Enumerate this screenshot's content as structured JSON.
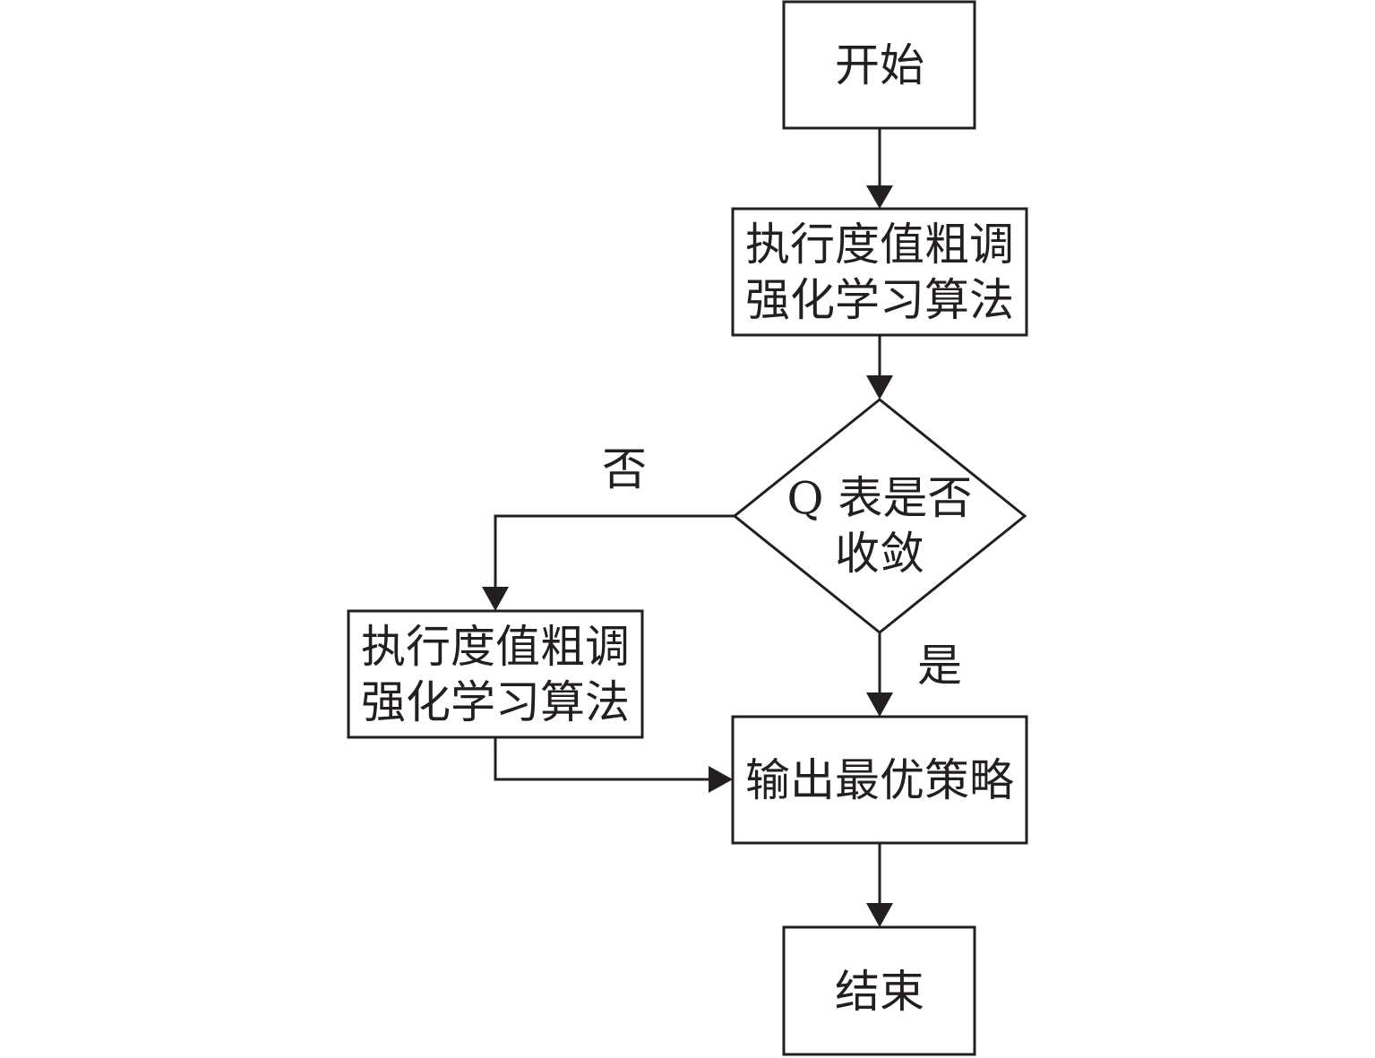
{
  "diagram": {
    "nodes": {
      "start": {
        "label": "开始"
      },
      "process_main": {
        "line1": "执行度值粗调",
        "line2": "强化学习算法"
      },
      "decision": {
        "line1": "Q 表是否",
        "line2": "收敛"
      },
      "process_retry": {
        "line1": "执行度值粗调",
        "line2": "强化学习算法"
      },
      "output": {
        "label": "输出最优策略"
      },
      "end": {
        "label": "结束"
      }
    },
    "edges": {
      "no_label": "否",
      "yes_label": "是"
    },
    "colors": {
      "stroke": "#231f20",
      "fill": "#ffffff",
      "text": "#231f20"
    }
  }
}
